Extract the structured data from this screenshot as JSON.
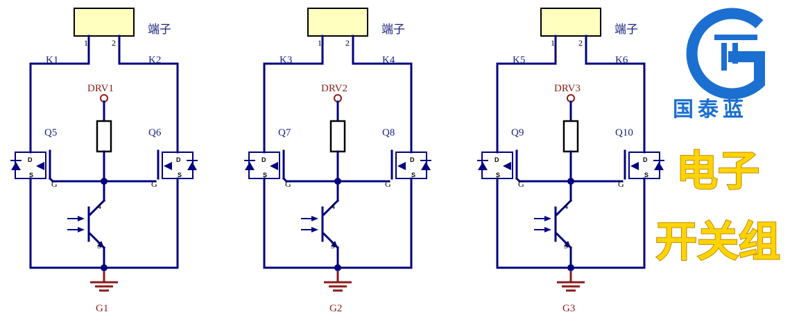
{
  "circuits": [
    {
      "terminal_label": "端子",
      "pin1": "1",
      "pin2": "2",
      "k_left": "K1",
      "k_right": "K2",
      "drv": "DRV1",
      "q_left": "Q5",
      "q_right": "Q6",
      "gnd": "G1"
    },
    {
      "terminal_label": "端子",
      "pin1": "1",
      "pin2": "2",
      "k_left": "K3",
      "k_right": "K4",
      "drv": "DRV2",
      "q_left": "Q7",
      "q_right": "Q8",
      "gnd": "G2"
    },
    {
      "terminal_label": "端子",
      "pin1": "1",
      "pin2": "2",
      "k_left": "K5",
      "k_right": "K6",
      "drv": "DRV3",
      "q_left": "Q9",
      "q_right": "Q10",
      "gnd": "G3"
    }
  ],
  "component_pins": {
    "drain": "D",
    "source": "S",
    "gate": "G",
    "collector": "4",
    "emitter": "3"
  },
  "logo": {
    "text": "国泰蓝"
  },
  "title": {
    "line1": "电子",
    "line2": "开关组"
  },
  "colors": {
    "wire": "#000080",
    "terminal_fill": "#ffffc0",
    "ground": "#8b1a1a",
    "logo_blue": "#1b6fd0",
    "title_gold": "#ffd400"
  }
}
